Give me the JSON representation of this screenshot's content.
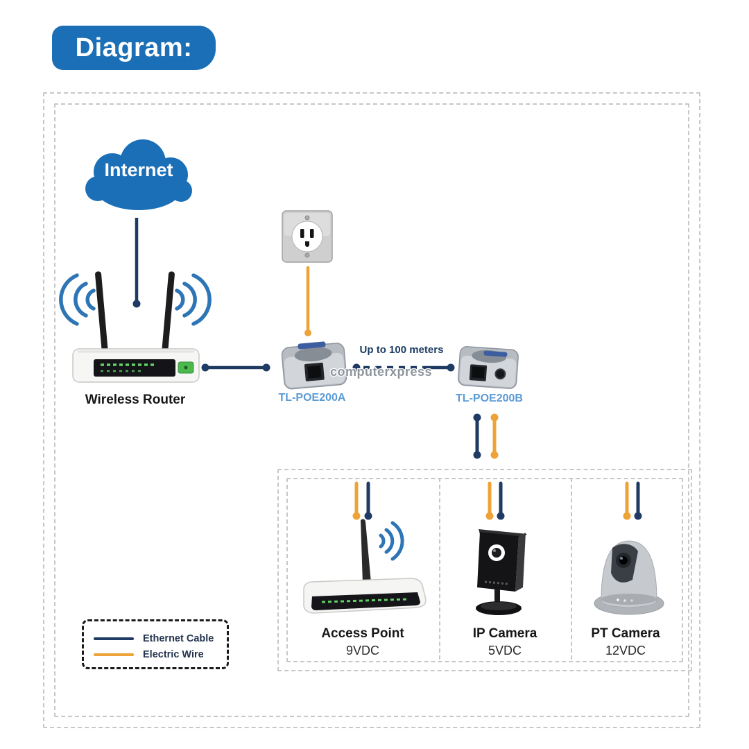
{
  "badge": {
    "label": "Diagram:"
  },
  "cloud": {
    "label": "Internet"
  },
  "router": {
    "label": "Wireless Router"
  },
  "poe_injector": {
    "label": "TL-POE200A"
  },
  "poe_splitter": {
    "label": "TL-POE200B"
  },
  "link": {
    "distance_label": "Up to 100 meters"
  },
  "watermark": {
    "text": "computerxpress"
  },
  "devices": [
    {
      "name": "Access Point",
      "voltage": "9VDC"
    },
    {
      "name": "IP Camera",
      "voltage": "5VDC"
    },
    {
      "name": "PT Camera",
      "voltage": "12VDC"
    }
  ],
  "legend": {
    "items": [
      {
        "label": "Ethernet Cable",
        "color": "#1f3a63"
      },
      {
        "label": "Electric Wire",
        "color": "#eda338"
      }
    ]
  },
  "colors": {
    "brand_blue": "#1a6fb7",
    "ethernet_cable": "#1f3a63",
    "electric_wire": "#eda338",
    "product_label_blue": "#5b9bd5",
    "frame_dash_gray": "#c7c7c7",
    "wifi_arc_blue": "#2e75b6"
  }
}
